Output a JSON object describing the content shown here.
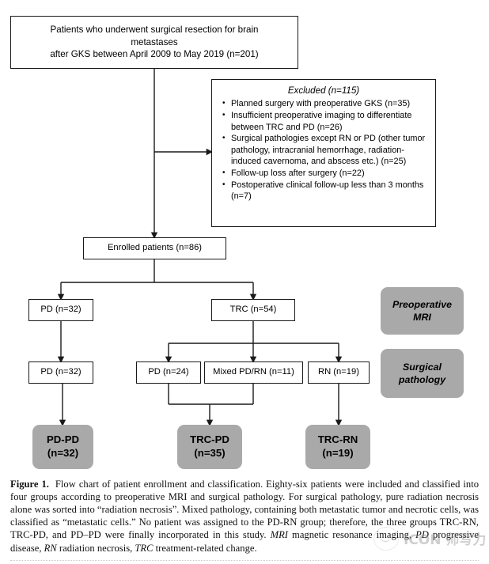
{
  "figure": {
    "title": "Flow chart of patient enrollment and classification",
    "label": "Figure 1."
  },
  "nodes": {
    "top": "Patients who underwent surgical resection for brain metastases\nafter GKS between April 2009 to May 2019 (n=201)",
    "top_line1": "Patients who underwent surgical resection for brain",
    "top_line2": "metastases",
    "top_line3": "after GKS between April 2009 to May 2019 (n=201)",
    "enrolled": "Enrolled patients (n=86)",
    "mri_pd": "PD (n=32)",
    "mri_trc": "TRC (n=54)",
    "path_pd_left": "PD (n=32)",
    "path_pd24": "PD (n=24)",
    "path_mixed": "Mixed PD/RN (n=11)",
    "path_rn19": "RN (n=19)"
  },
  "excluded": {
    "title": "Excluded (n=115)",
    "items": [
      "Planned surgery with preoperative GKS (n=35)",
      "Insufficient preoperative imaging to differentiate between TRC and PD (n=26)",
      "Surgical pathologies except RN or PD (other tumor pathology, intracranial hemorrhage, radiation-induced cavernoma, and abscess etc.) (n=25)",
      "Follow-up loss after surgery (n=22)",
      "Postoperative clinical follow-up less than 3 months (n=7)"
    ]
  },
  "results": [
    {
      "name": "PD-PD",
      "count": "(n=32)"
    },
    {
      "name": "TRC-PD",
      "count": "(n=35)"
    },
    {
      "name": "TRC-RN",
      "count": "(n=19)"
    }
  ],
  "stage_labels": {
    "preoperative_line1": "Preoperative",
    "preoperative_line2": "MRI",
    "surgical_line1": "Surgical",
    "surgical_line2": "pathology"
  },
  "caption": {
    "figure_label": "Figure 1.",
    "body_1": "Flow chart of patient enrollment and classification. Eighty-six patients were included and classified into four groups according to preoperative MRI and surgical pathology. For surgical pathology, pure radiation necrosis alone was sorted into “radiation necrosis”. Mixed pathology, containing both metastatic tumor and necrotic cells, was classified as “metastatic cells.” No patient was assigned to the PD-RN group; therefore, the three groups TRC-RN, TRC-PD, and PD–PD were finally incorporated in this study. ",
    "abbr_mri": "MRI",
    "abbr_mri_def": " magnetic resonance imaging, ",
    "abbr_pd": "PD",
    "abbr_pd_def": " progressive disease, ",
    "abbr_rn": "RN",
    "abbr_rn_def": " radiation necrosis, ",
    "abbr_trc": "TRC",
    "abbr_trc_def": " treatment-related change."
  },
  "watermark": {
    "text": "ICON 师写力"
  },
  "colors": {
    "gray_fill": "#a9a9a9",
    "line": "#1a1a1a",
    "background": "#ffffff"
  }
}
